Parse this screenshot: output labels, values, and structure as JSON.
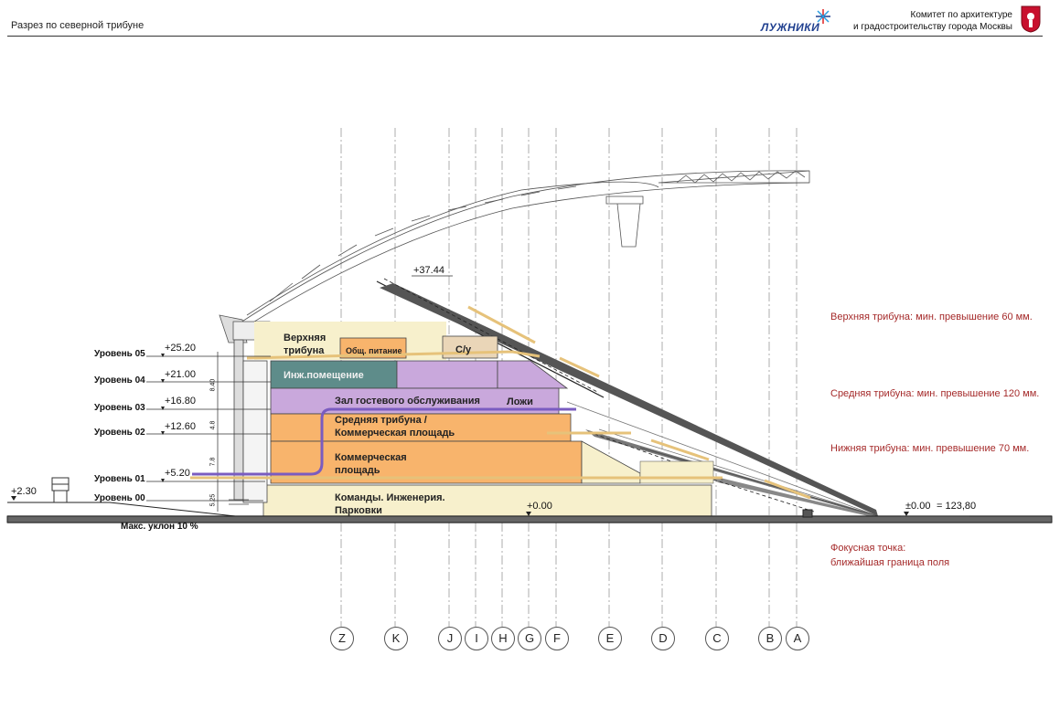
{
  "header": {
    "title": "Разрез по северной трибуне",
    "logo_text": "ЛУЖНИКИ",
    "committee_line1": "Комитет по архитектуре",
    "committee_line2": "и градостроительству города Москвы"
  },
  "levels": [
    {
      "label": "Уровень 05",
      "elevation": "+25.20"
    },
    {
      "label": "Уровень 04",
      "elevation": "+21.00"
    },
    {
      "label": "Уровень 03",
      "elevation": "+16.80"
    },
    {
      "label": "Уровень 02",
      "elevation": "+12.60"
    },
    {
      "label": "Уровень 01",
      "elevation": "+5.20"
    },
    {
      "label": "Уровень 00",
      "elevation": ""
    }
  ],
  "elevations": {
    "left_ground": "+2.30",
    "top": "+37.44",
    "zero_inner": "+0.00",
    "zero_field": "±0.00",
    "field_abs": "= 123,80"
  },
  "dimensions": [
    "8.40",
    "4.8",
    "7.8",
    "5.25"
  ],
  "slope_label": "Макс. уклон 10 %",
  "rooms": {
    "upper_stand_1": "Верхняя",
    "upper_stand_2": "трибуна",
    "catering": "Общ. питание",
    "wc": "С/у",
    "eng_room": "Инж.помещение",
    "guest_hall": "Зал гостевого обслуживания",
    "boxes": "Ложи",
    "middle_stand_1": "Средняя трибуна /",
    "middle_stand_2": "Коммерческая площадь",
    "commercial_1": "Коммерческая",
    "commercial_2": "площадь",
    "teams_1": "Команды. Инженерия.",
    "teams_2": "Парковки"
  },
  "notes": {
    "upper": "Верхняя трибуна: мин. превышение 60 мм.",
    "middle": "Средняя трибуна: мин. превышение 120 мм.",
    "lower": "Нижняя трибуна: мин. превышение 70 мм.",
    "focus_1": "Фокусная точка:",
    "focus_2": "ближайшая граница поля"
  },
  "axes": [
    "Z",
    "K",
    "J",
    "I",
    "H",
    "G",
    "F",
    "E",
    "D",
    "C",
    "B",
    "A"
  ],
  "colors": {
    "orange": "#f8b46c",
    "purple": "#c9a8dc",
    "teal": "#5e8c8a",
    "cream": "#f7f0cc",
    "note_red": "#a52a2a",
    "flow_purple": "#7a5cc0",
    "flow_gold": "#e6c27a"
  }
}
